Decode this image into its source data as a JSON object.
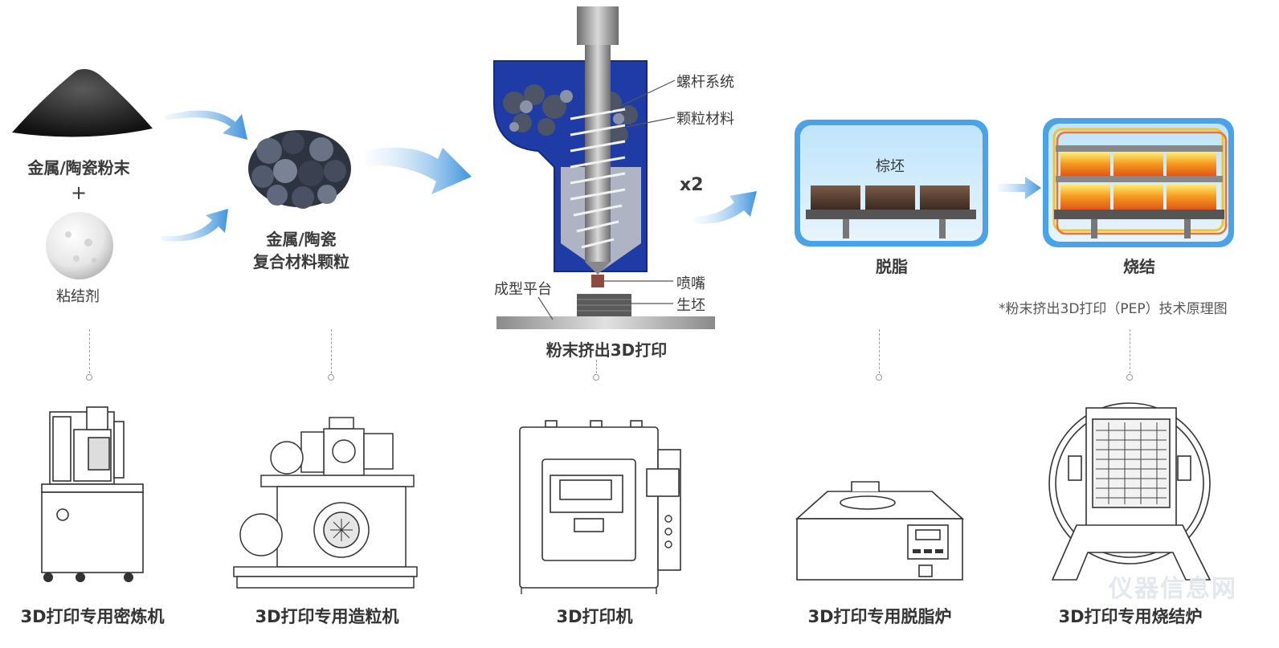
{
  "materials": {
    "powder": "金属/陶瓷粉末",
    "plus": "+",
    "binder": "粘结剂",
    "granule_line1": "金属/陶瓷",
    "granule_line2": "复合材料颗粒"
  },
  "printer_diagram": {
    "screw": "螺杆系统",
    "granule": "颗粒材料",
    "nozzle": "喷嘴",
    "green": "生坯",
    "platform": "成型平台",
    "caption": "粉末挤出3D打印",
    "multiplier": "x2"
  },
  "debinding": {
    "inner": "棕坯",
    "caption": "脱脂"
  },
  "sintering": {
    "caption": "烧结"
  },
  "footnote": "*粉末挤出3D打印（PEP）技术原理图",
  "machines": [
    {
      "label": "3D打印专用密炼机"
    },
    {
      "label": "3D打印专用造粒机"
    },
    {
      "label": "3D打印机"
    },
    {
      "label": "3D打印专用脱脂炉"
    },
    {
      "label": "3D打印专用烧结炉"
    }
  ],
  "watermark": "仪器信息网",
  "colors": {
    "accent_blue": "#1e3aa8",
    "arrow_blue": "#4a9ee0",
    "furnace_orange": "#f08a1c"
  }
}
